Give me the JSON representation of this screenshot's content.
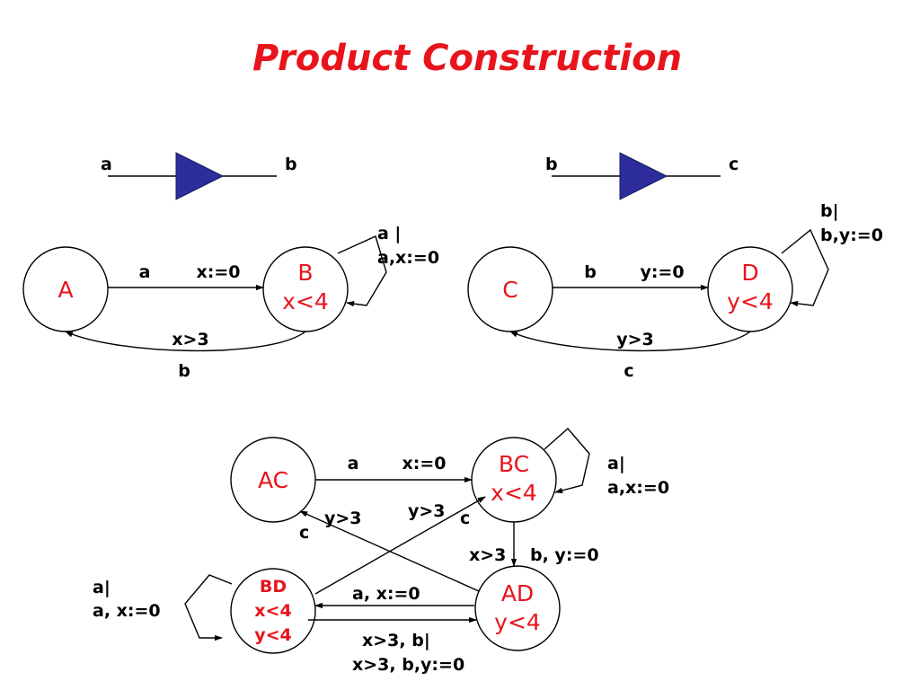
{
  "title": "Product Construction",
  "colors": {
    "title": "#e8141c",
    "state_text": "#e8141c",
    "component": "#2d2d9b"
  },
  "component1": {
    "input": "a",
    "output": "b"
  },
  "component2": {
    "input": "b",
    "output": "c"
  },
  "automaton1": {
    "state_A": "A",
    "state_B": [
      "B",
      "x<4"
    ],
    "edge_ab": {
      "action": "a",
      "reset": "x:=0"
    },
    "edge_ba": {
      "guard": "x>3",
      "action": "b"
    },
    "self_loop_B": [
      "a |",
      "a,x:=0"
    ]
  },
  "automaton2": {
    "state_C": "C",
    "state_D": [
      "D",
      "y<4"
    ],
    "edge_cd": {
      "action": "b",
      "reset": "y:=0"
    },
    "edge_dc": {
      "guard": "y>3",
      "action": "c"
    },
    "self_loop_D": [
      "b|",
      "b,y:=0"
    ]
  },
  "product": {
    "state_AC": "AC",
    "state_BC": [
      "BC",
      "x<4"
    ],
    "state_AD": [
      "AD",
      "y<4"
    ],
    "state_BD": [
      "BD",
      "x<4",
      "y<4"
    ],
    "edge_ac_bc": {
      "action": "a",
      "reset": "x:=0"
    },
    "self_loop_BC": [
      "a|",
      "a,x:=0"
    ],
    "edge_bc_ad": {
      "guard": "x>3",
      "action": "b, y:=0"
    },
    "edge_ad_ac": {
      "guard": "y>3",
      "action": "c"
    },
    "edge_bd_bc": {
      "guard": "y>3",
      "action": "c"
    },
    "edge_ad_bd": "a, x:=0",
    "edge_bd_ad": [
      "x>3, b|",
      "x>3, b,y:=0"
    ],
    "self_loop_BD": [
      "a|",
      "a, x:=0"
    ]
  }
}
